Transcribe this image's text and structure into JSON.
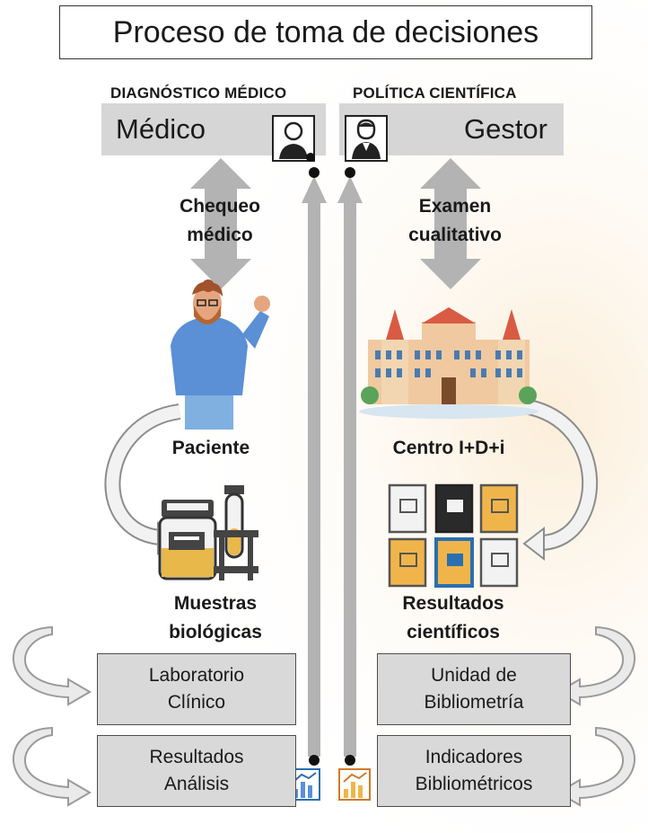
{
  "title": "Proceso de toma de decisiones",
  "left": {
    "section": "DIAGNÓSTICO MÉDICO",
    "role": "Médico",
    "role_icon": "doctor-icon",
    "process": [
      "Chequeo",
      "médico"
    ],
    "subject": "Paciente",
    "samples": [
      "Muestras",
      "biológicas"
    ],
    "step1": [
      "Laboratorio",
      "Clínico"
    ],
    "step2": [
      "Resultados",
      "Análisis"
    ]
  },
  "right": {
    "section": "POLÍTICA CIENTÍFICA",
    "role": "Gestor",
    "role_icon": "manager-icon",
    "process": [
      "Examen",
      "cualitativo"
    ],
    "subject": "Centro I+D+i",
    "samples": [
      "Resultados",
      "científicos"
    ],
    "step1": [
      "Unidad de",
      "Bibliometría"
    ],
    "step2": [
      "Indicadores",
      "Bibliométricos"
    ]
  },
  "colors": {
    "arrow": "#b3b3b3",
    "box": "#d9d9d9",
    "bar": "#d6d6d6",
    "sweater": "#5b8fd6",
    "sample_fill": "#e8b84a",
    "book_orange": "#f0b54a",
    "building": "#f0c9a0",
    "roof": "#d95b43"
  }
}
